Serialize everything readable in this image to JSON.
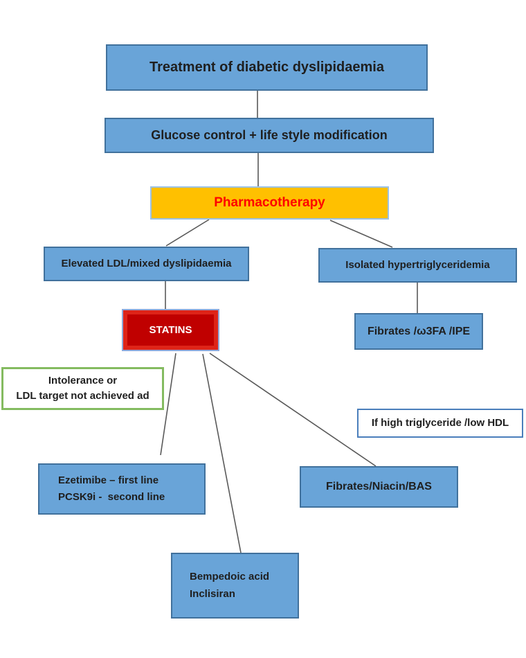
{
  "diagram_title": "Treatment of diabetic dyslipidaemia",
  "nodes": {
    "root": {
      "label": "Treatment of diabetic dyslipidaemia"
    },
    "glucose": {
      "label": "Glucose control + life style modification"
    },
    "pharmacotherapy": {
      "label": "Pharmacotherapy"
    },
    "elevated_ldl": {
      "label": "Elevated LDL/mixed dyslipidaemia"
    },
    "isolated_htg": {
      "label": "Isolated hypertriglyceridemia"
    },
    "statins": {
      "label": "STATINS"
    },
    "fibrates_ipe": {
      "label": "Fibrates /ω3FA /IPE"
    },
    "intolerance": {
      "line1": "Intolerance or",
      "line2": "LDL target not achieved ad"
    },
    "high_tg": {
      "label": "If high triglyceride /low HDL"
    },
    "ezetimibe": {
      "line1": "Ezetimibe – first line",
      "line2": "PCSK9i -  second line"
    },
    "fibrates_niacin": {
      "label": "Fibrates/Niacin/BAS"
    },
    "bempedoic": {
      "line1": "Bempedoic acid",
      "line2": "Inclisiran"
    }
  },
  "colors": {
    "box_blue_fill": "#69a4d8",
    "box_blue_border": "#41719c",
    "gold_fill": "#ffc000",
    "gold_border": "#9cc2e5",
    "pharm_text": "#fe0000",
    "statins_outer_red": "#de2418",
    "statins_inner_red": "#c00000",
    "statins_border": "#8ea9db",
    "green_border": "#84bb60",
    "callout_blue_border": "#4a7ebb",
    "connector_gray": "#595959",
    "text_dark": "#1f1f1f"
  },
  "edges": [
    "root→glucose",
    "glucose→pharmacotherapy",
    "pharmacotherapy→elevated_ldl",
    "pharmacotherapy→isolated_htg",
    "elevated_ldl→statins",
    "isolated_htg→fibrates_ipe",
    "statins→ezetimibe",
    "statins→bempedoic",
    "statins→fibrates_niacin"
  ]
}
